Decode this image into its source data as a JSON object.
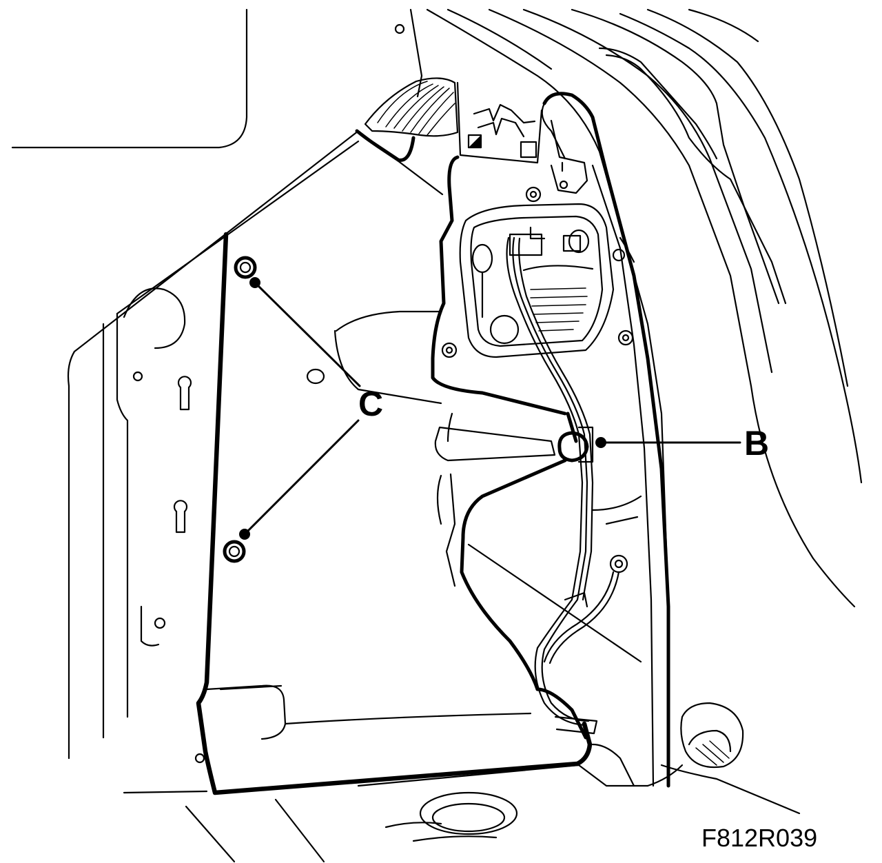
{
  "callouts": {
    "c": "C",
    "b": "B"
  },
  "figure_code": "F812R039"
}
